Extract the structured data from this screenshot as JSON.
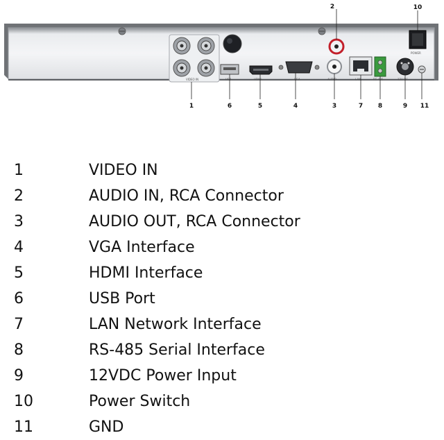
{
  "panel": {
    "port_labels": {
      "video_in": "VIDEO IN",
      "usb": "USB",
      "hdmi": "HDMI",
      "vga": "VGA",
      "audio_out": "AUDIO",
      "lan": "LAN",
      "rs485": "RS-485",
      "dc": "12V DC",
      "power": "POWER"
    }
  },
  "callouts": [
    "1",
    "2",
    "3",
    "4",
    "5",
    "6",
    "7",
    "8",
    "9",
    "10",
    "11"
  ],
  "legend": [
    {
      "num": "1",
      "label": "VIDEO IN"
    },
    {
      "num": "2",
      "label": "AUDIO IN, RCA Connector"
    },
    {
      "num": "3",
      "label": "AUDIO OUT, RCA Connector"
    },
    {
      "num": "4",
      "label": "VGA Interface"
    },
    {
      "num": "5",
      "label": "HDMI Interface"
    },
    {
      "num": "6",
      "label": "USB Port"
    },
    {
      "num": "7",
      "label": "LAN Network Interface"
    },
    {
      "num": "8",
      "label": "RS-485 Serial Interface"
    },
    {
      "num": "9",
      "label": "12VDC Power Input"
    },
    {
      "num": "10",
      "label": "Power Switch"
    },
    {
      "num": "11",
      "label": "GND"
    }
  ]
}
